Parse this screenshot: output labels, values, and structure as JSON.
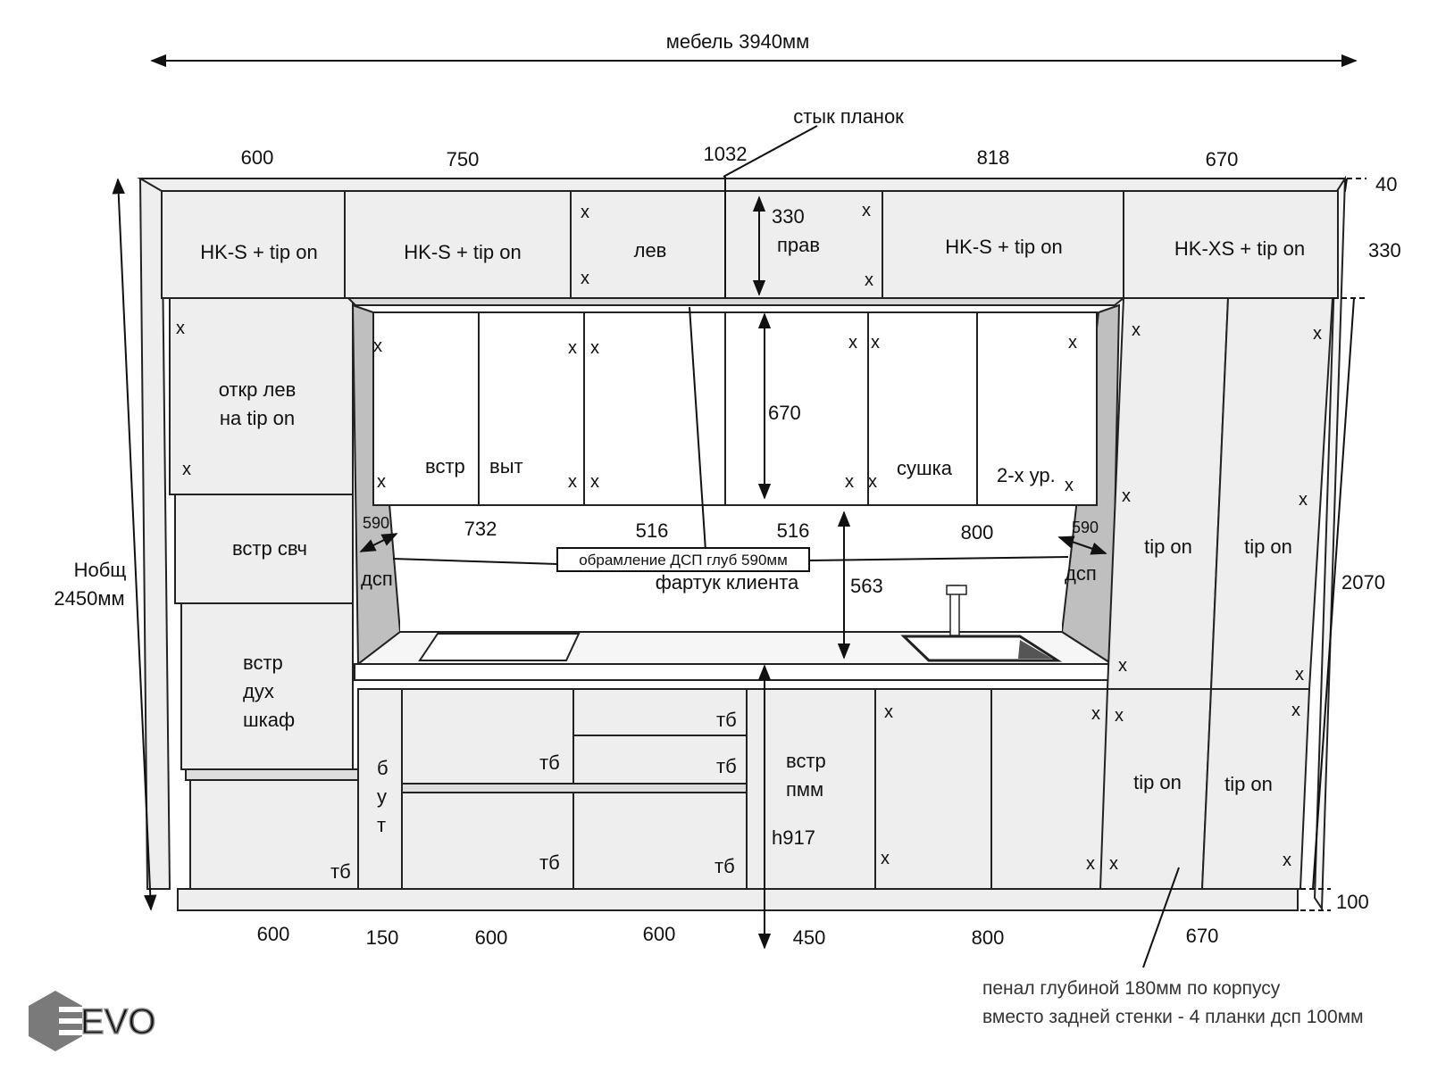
{
  "overall": {
    "width_label": "мебель 3940мм",
    "height_label_1": "Нобщ",
    "height_label_2": "2450мм",
    "joint_label": "стык планок"
  },
  "top_widths": [
    "600",
    "750",
    "1032",
    "818",
    "670"
  ],
  "right_dims": [
    "40",
    "330",
    "2070",
    "100"
  ],
  "mezzanine": {
    "m1": "HK-S + tip on",
    "m2": "HK-S + tip on",
    "m3": "лев",
    "m4_dim": "330",
    "m4": "прав",
    "m5": "HK-S + tip on",
    "m6": "HK-XS + tip on"
  },
  "left_column": {
    "door_1": "откр лев",
    "door_2": "на tip on",
    "microwave": "встр свч",
    "oven_1": "встр",
    "oven_2": "дух",
    "oven_3": "шкаф",
    "drawer": "тб"
  },
  "wall_units": {
    "w1": "встр",
    "w2": "выт",
    "height_dim": "670",
    "w5": "сушка",
    "w6": "2-х ур."
  },
  "frame": {
    "depth_left": "590",
    "mat_left": "дсп",
    "depth_right": "590",
    "mat_right": "дсп",
    "frame_label": "обрамление ДСП глуб 590мм",
    "apron_label": "фартук клиента",
    "apron_height": "563"
  },
  "wall_widths": [
    "732",
    "516",
    "516",
    "800"
  ],
  "bottle": [
    "б",
    "у",
    "т"
  ],
  "base": {
    "drawer": "тб",
    "dw_1": "встр",
    "dw_2": "пмм",
    "h_label": "h917"
  },
  "tall": {
    "t1": "tip on",
    "t2": "tip on",
    "t3": "tip on",
    "t4": "tip on"
  },
  "bottom_widths": [
    "600",
    "150",
    "600",
    "600",
    "450",
    "800",
    "670"
  ],
  "marker": "x",
  "note": {
    "line1": "пенал глубиной 180мм по корпусу",
    "line2": "вместо задней стенки - 4 планки дсп 100мм"
  },
  "logo": {
    "text": "EVO"
  }
}
